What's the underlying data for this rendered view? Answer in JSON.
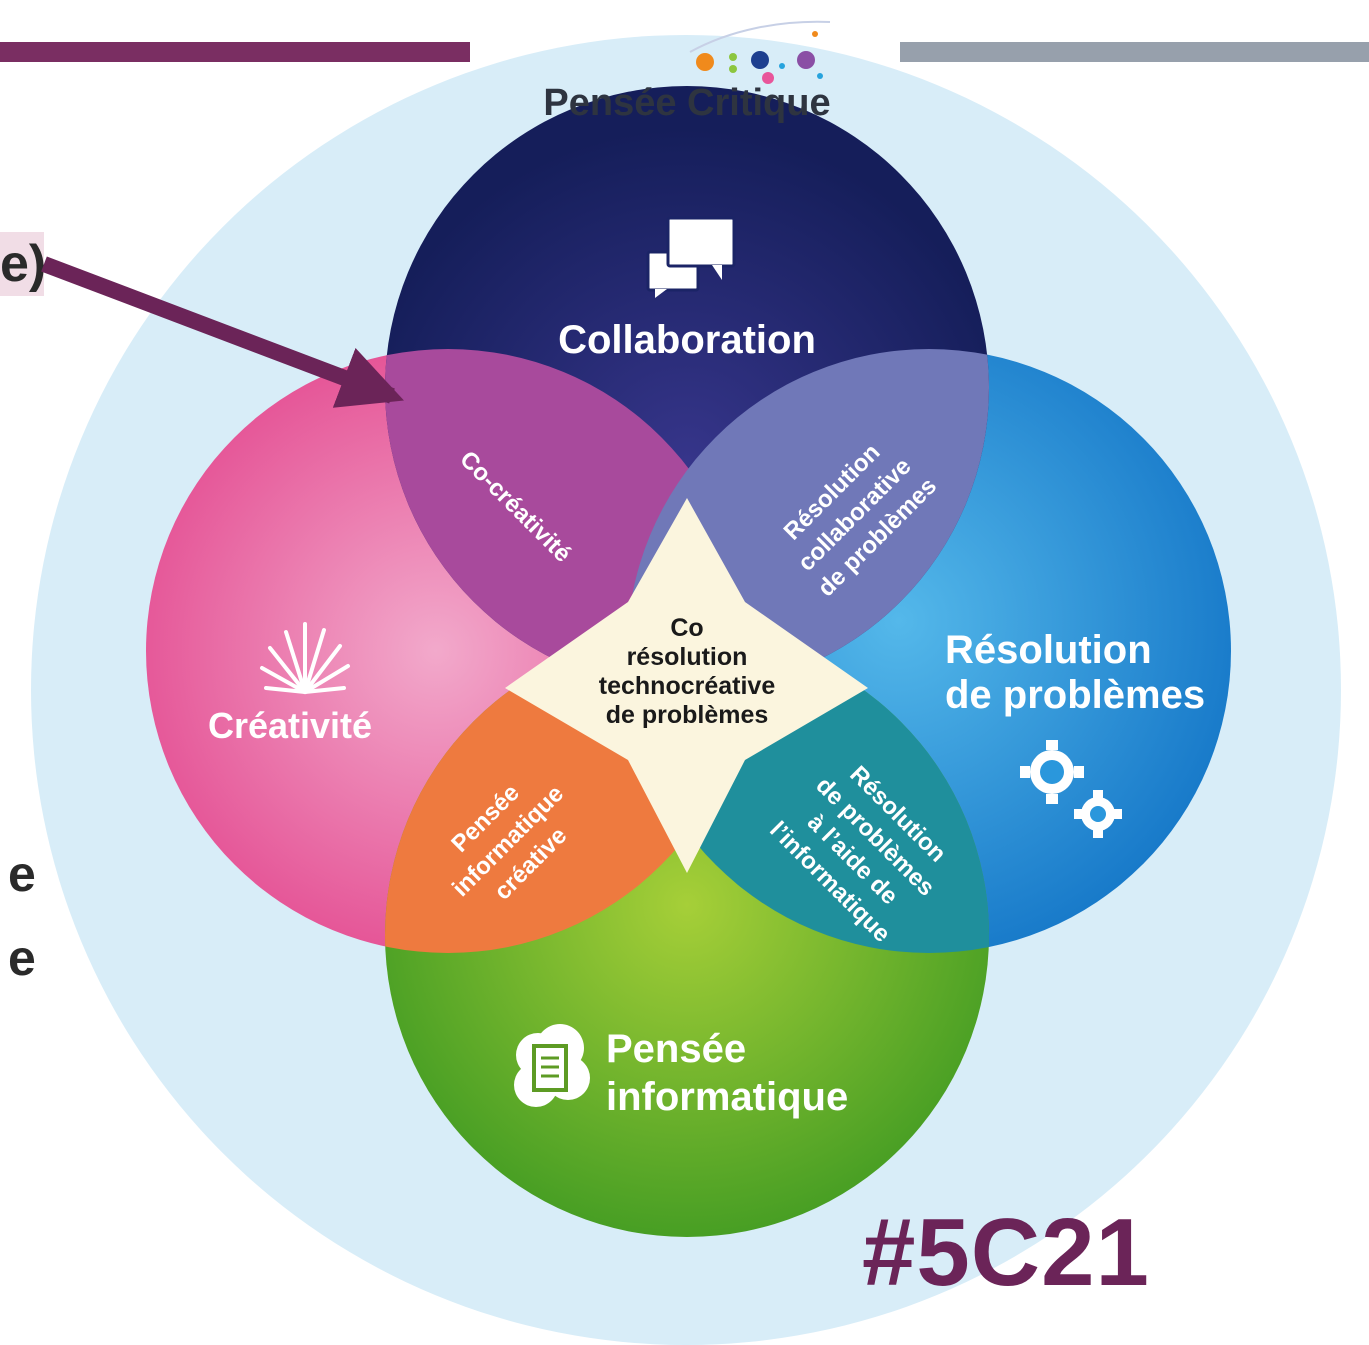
{
  "header": {
    "title": "Pensée Critique"
  },
  "slide_fragments": {
    "paren": "e)",
    "line1": "e",
    "line2": "e"
  },
  "circles": {
    "collaboration": "Collaboration",
    "creativite": "Créativité",
    "resolution": {
      "line1": "Résolution",
      "line2": "de problèmes"
    },
    "pensee_informatique": {
      "line1": "Pensée",
      "line2": "informatique"
    }
  },
  "intersections": {
    "co_creativite": "Co-créativité",
    "resolution_collaborative": {
      "line1": "Résolution",
      "line2": "collaborative",
      "line3": "de problèmes"
    },
    "pensee_informatique_creative": {
      "line1": "Pensée",
      "line2": "informatique",
      "line3": "créative"
    },
    "resolution_informatique": {
      "line1": "Résolution",
      "line2": "de problèmes",
      "line3": "à l’aide de",
      "line4": "l’informatique"
    }
  },
  "center": {
    "line1": "Co",
    "line2": "résolution",
    "line3": "technocréative",
    "line4": "de problèmes"
  },
  "hashtag": "#5C21",
  "colors": {
    "collaboration": "#1b2466",
    "creativite": "#e8559a",
    "resolution": "#1d8dd8",
    "pensee_informatique": "#6aa71e",
    "background_circle": "#d8edf8",
    "accent_bar": "#7a2e62",
    "secondary_bar": "#97a0ac",
    "arrow": "#6b2458"
  },
  "icons": {
    "collaboration": "speech-bubbles-icon",
    "creativite": "burst-icon",
    "resolution": "gears-icon",
    "pensee_informatique": "cloud-document-icon",
    "logo": "dots-logo-icon"
  }
}
